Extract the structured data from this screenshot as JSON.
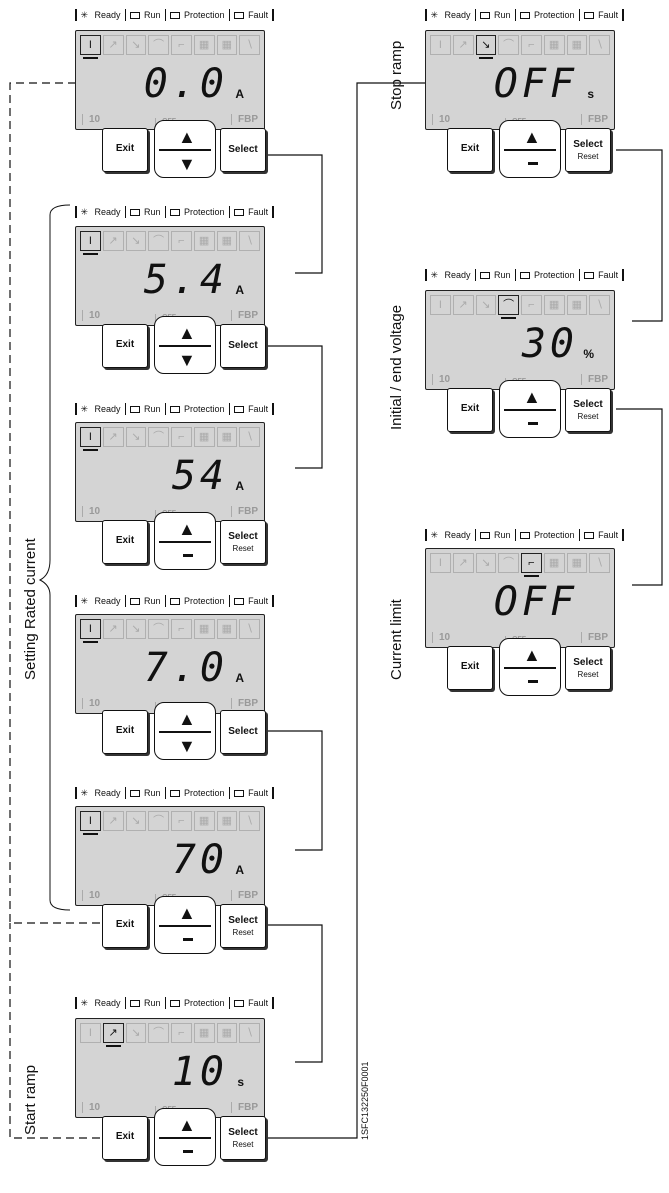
{
  "status": {
    "ready": "Ready",
    "run": "Run",
    "protection": "Protection",
    "fault": "Fault"
  },
  "buttons": {
    "exit": "Exit",
    "select": "Select",
    "reset": "Reset"
  },
  "lcd_bottom": {
    "value": "10",
    "fbp": "FBP",
    "off": "OFF"
  },
  "panels": [
    {
      "digits": "0.0",
      "unit": "A",
      "active_icon": 0
    },
    {
      "digits": "5.4",
      "unit": "A",
      "active_icon": 0
    },
    {
      "digits": "54",
      "unit": "A",
      "active_icon": 0
    },
    {
      "digits": "7.0",
      "unit": "A",
      "active_icon": 0
    },
    {
      "digits": "70",
      "unit": "A",
      "active_icon": 0
    },
    {
      "digits": "10",
      "unit": "s",
      "active_icon": 1
    },
    {
      "digits": "OFF",
      "unit": "s",
      "active_icon": 2
    },
    {
      "digits": "30",
      "unit": "%",
      "active_icon": 3
    },
    {
      "digits": "OFF",
      "unit": "",
      "active_icon": 4
    }
  ],
  "labels": {
    "setting_rated_current": "Setting Rated current",
    "start_ramp": "Start ramp",
    "stop_ramp": "Stop ramp",
    "initial_end_voltage": "Initial / end voltage",
    "current_limit": "Current limit",
    "doc_code": "1SFC132250F0001"
  },
  "colors": {
    "lcd_bg": "#d4d4d4",
    "ink": "#111111"
  }
}
